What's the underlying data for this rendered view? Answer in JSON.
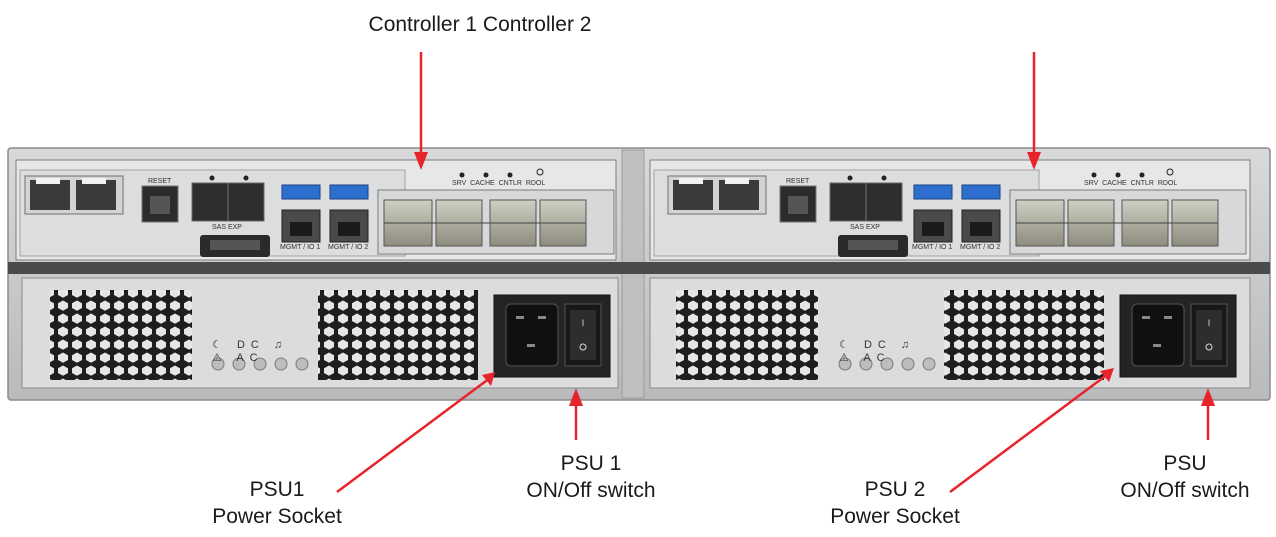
{
  "title": "Controller 1 Controller 2",
  "callouts": {
    "psu1_socket": [
      "PSU1",
      "Power Socket"
    ],
    "psu1_switch": [
      "PSU 1",
      "ON/Off switch"
    ],
    "psu2_socket": [
      "PSU 2",
      "Power Socket"
    ],
    "psu2_switch": [
      "PSU",
      "ON/Off switch"
    ]
  },
  "colors": {
    "arrow": "#e8242b",
    "chassis": "#c9cacc",
    "panel": "#e4e5e6",
    "psu_face": "#d9dadb",
    "vent": "#2b2b2b",
    "port_blue": "#2f6fd0"
  },
  "controller_ports": {
    "sas_exp": "SAS EXP",
    "mgmt1": "MGMT / IO 1",
    "mgmt2": "MGMT / IO 2",
    "reset": "RESET"
  },
  "status_leds": [
    "SRV",
    "CACHE",
    "CNTLR",
    "RDOL"
  ],
  "psu_led_symbols": [
    "☾",
    "DC",
    "♫",
    "⚠",
    "AC"
  ]
}
